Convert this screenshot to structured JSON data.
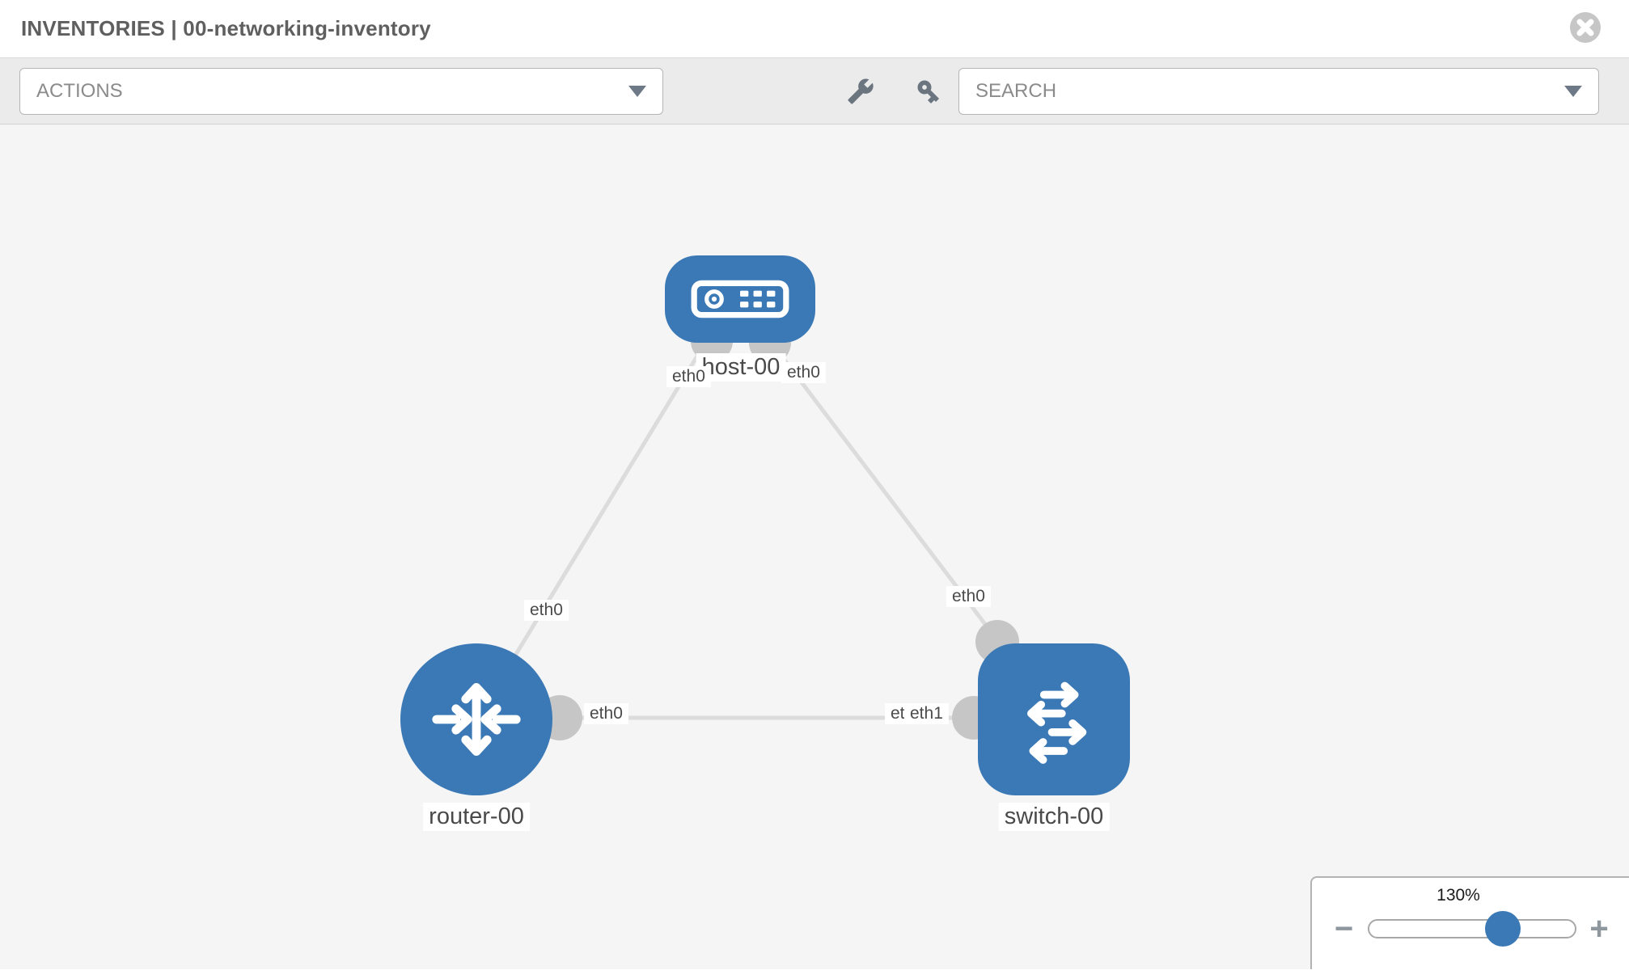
{
  "header": {
    "title": "INVENTORIES | 00-networking-inventory"
  },
  "toolbar": {
    "actions_label": "ACTIONS",
    "search_label": "SEARCH",
    "icons": [
      "wrench-icon",
      "key-icon"
    ]
  },
  "topology": {
    "nodes": [
      {
        "id": "host-00",
        "label": "host-00",
        "type": "host"
      },
      {
        "id": "router-00",
        "label": "router-00",
        "type": "router"
      },
      {
        "id": "switch-00",
        "label": "switch-00",
        "type": "switch"
      }
    ],
    "links": [
      {
        "from": "host-00",
        "to": "router-00"
      },
      {
        "from": "host-00",
        "to": "switch-00"
      },
      {
        "from": "router-00",
        "to": "switch-00"
      }
    ],
    "interface_labels": [
      {
        "text": "eth0",
        "link": "host-00 - router-00",
        "end": "host-00"
      },
      {
        "text": "eth0",
        "link": "host-00 - switch-00",
        "end": "host-00"
      },
      {
        "text": "eth0",
        "link": "host-00 - router-00",
        "end": "router-00"
      },
      {
        "text": "eth0",
        "link": "host-00 - switch-00",
        "end": "switch-00"
      },
      {
        "text": "eth0",
        "link": "router-00 - switch-00",
        "end": "router-00"
      },
      {
        "text": "eth0",
        "link": "router-00 - switch-00",
        "end": "switch-00-behind"
      },
      {
        "text": "eth1",
        "link": "router-00 - switch-00",
        "end": "switch-00"
      }
    ]
  },
  "zoom_control": {
    "level": "130%",
    "minus_label": "−",
    "plus_label": "+"
  },
  "colors": {
    "node_blue": "#3b79b6",
    "link_gray": "#dcdcdc",
    "port_gray": "#c6c6c6",
    "toolbar_bg": "#ebebeb",
    "canvas_bg": "#f5f5f5",
    "icon_gray": "#6b7580"
  }
}
